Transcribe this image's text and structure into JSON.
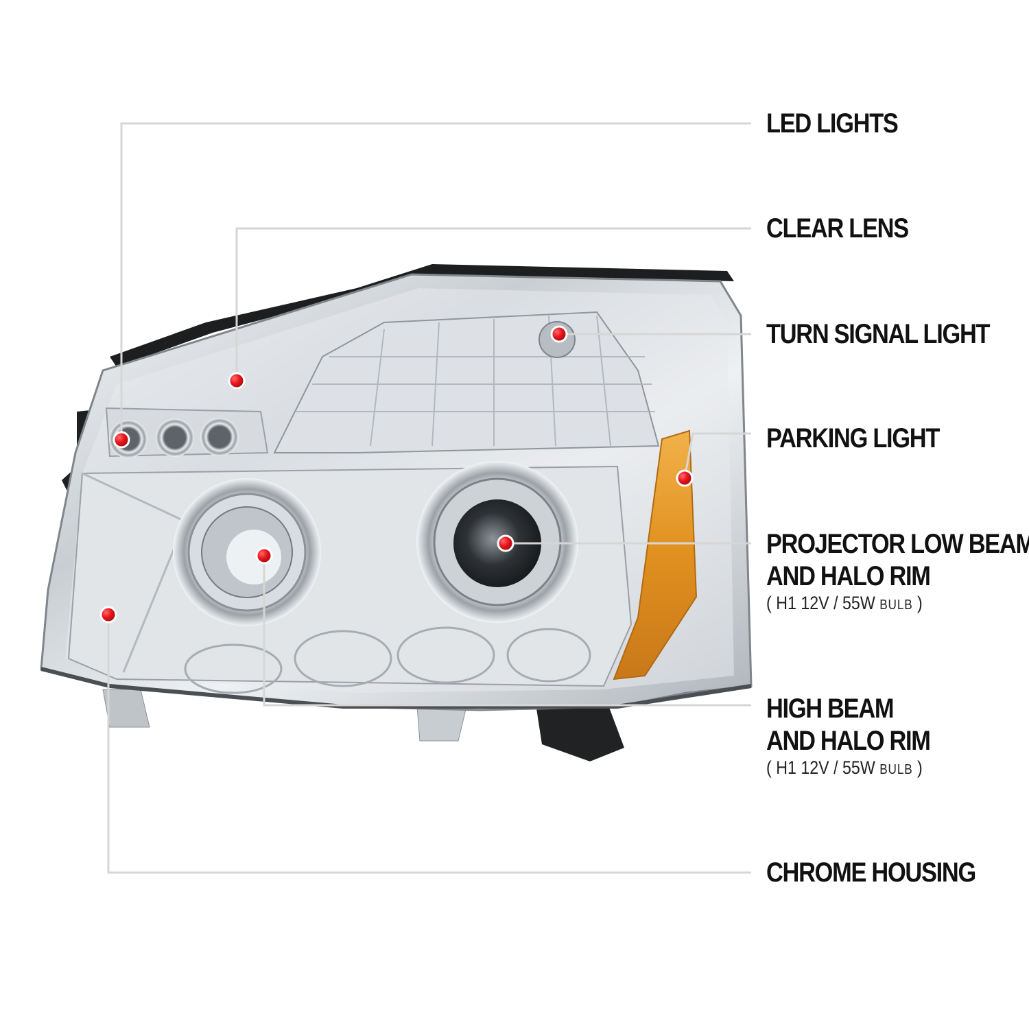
{
  "colors": {
    "callout_dot": "#e8141b",
    "leader_line": "#d6d6d6",
    "amber_reflector": "#e0901e",
    "chrome": "#cfd4d8"
  },
  "callouts": [
    {
      "id": "led-lights",
      "lines": [
        "LED LIGHTS"
      ]
    },
    {
      "id": "clear-lens",
      "lines": [
        "CLEAR LENS"
      ]
    },
    {
      "id": "turn-signal-light",
      "lines": [
        "TURN SIGNAL LIGHT"
      ]
    },
    {
      "id": "parking-light",
      "lines": [
        "PARKING LIGHT"
      ]
    },
    {
      "id": "projector-low-beam",
      "lines": [
        "PROJECTOR LOW BEAM",
        "AND HALO RIM"
      ],
      "spec_open": "(",
      "spec_value": "H1  12V / 55W",
      "spec_unit": "BULB",
      "spec_close": ")"
    },
    {
      "id": "high-beam",
      "lines": [
        "HIGH BEAM",
        "AND HALO RIM"
      ],
      "spec_open": "(",
      "spec_value": "H1  12V / 55W",
      "spec_unit": "BULB",
      "spec_close": ")"
    },
    {
      "id": "chrome-housing",
      "lines": [
        "CHROME HOUSING"
      ]
    }
  ]
}
